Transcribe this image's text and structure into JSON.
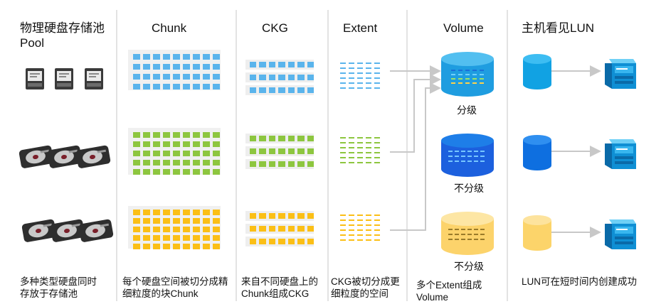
{
  "headers": {
    "pool": "物理硬盘存储池",
    "pool_sub": "Pool",
    "chunk": "Chunk",
    "ckg": "CKG",
    "extent": "Extent",
    "volume": "Volume",
    "lun": "主机看见LUN"
  },
  "captions": {
    "pool": "多种类型硬盘同时存放于存储池",
    "chunk": "每个硬盘空间被切分成精细粒度的块Chunk",
    "ckg": "来自不同硬盘上的Chunk组成CKG",
    "extent": "CKG被切分成更细粒度的空间",
    "volume": "多个Extent组成Volume",
    "lun": "LUN可在短时间内创建成功"
  },
  "volume_labels": [
    "分级",
    "不分级",
    "不分级"
  ],
  "colors": {
    "blue": "#5ab4ec",
    "green": "#8dc63f",
    "yellow": "#fbbf16",
    "cyl_blue": "#1f9de0",
    "cyl_darkblue": "#1c60de",
    "cyl_yellow": "#fcd36b",
    "divider": "#e3e3e3",
    "arrow": "#c8c8c8"
  },
  "icons": {
    "ssd": "ssd-drive-icon",
    "hdd": "hdd-drive-icon",
    "host": "server-host-icon"
  }
}
